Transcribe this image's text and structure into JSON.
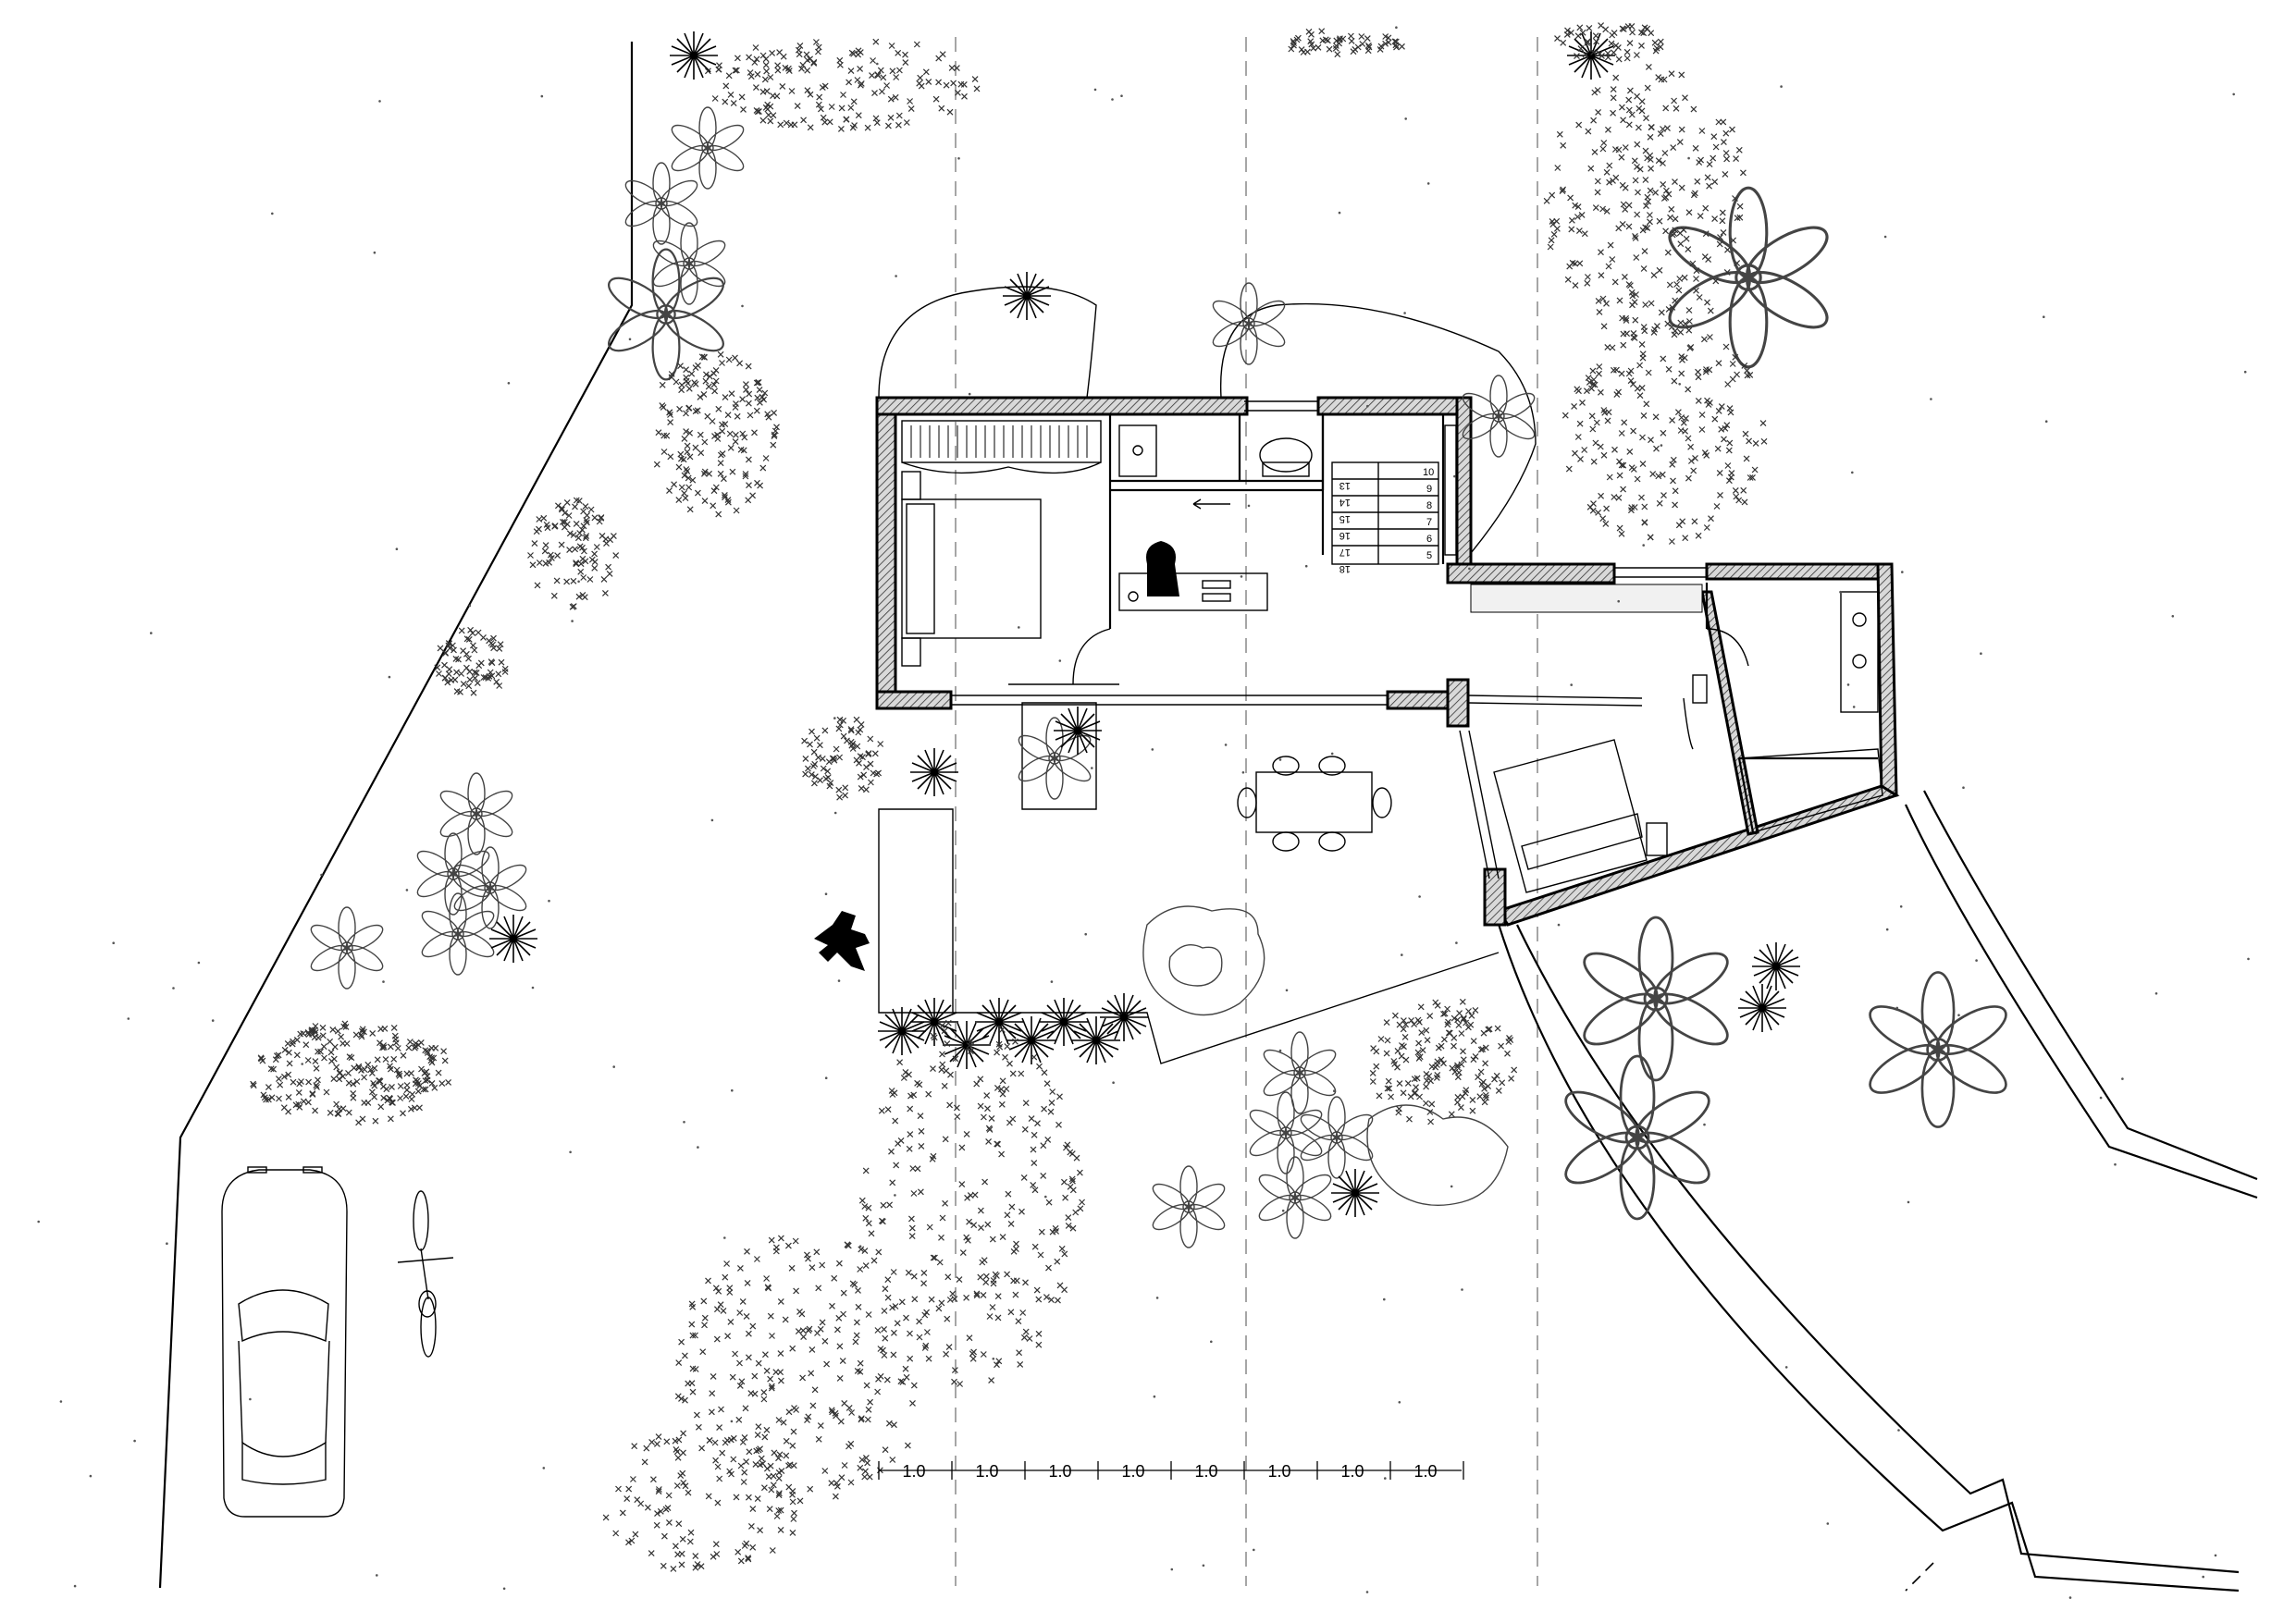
{
  "scale_bar": {
    "labels": [
      "1.0",
      "1.0",
      "1.0",
      "1.0",
      "1.0",
      "1.0",
      "1.0",
      "1.0"
    ]
  },
  "stair": {
    "left_numbers": [
      "13",
      "14",
      "15",
      "16",
      "17",
      "18"
    ],
    "right_numbers": [
      "10",
      "9",
      "8",
      "7",
      "6",
      "5"
    ]
  },
  "colors": {
    "line": "#000000",
    "guide": "#777777",
    "vegetation": "#444444",
    "background": "#ffffff"
  }
}
